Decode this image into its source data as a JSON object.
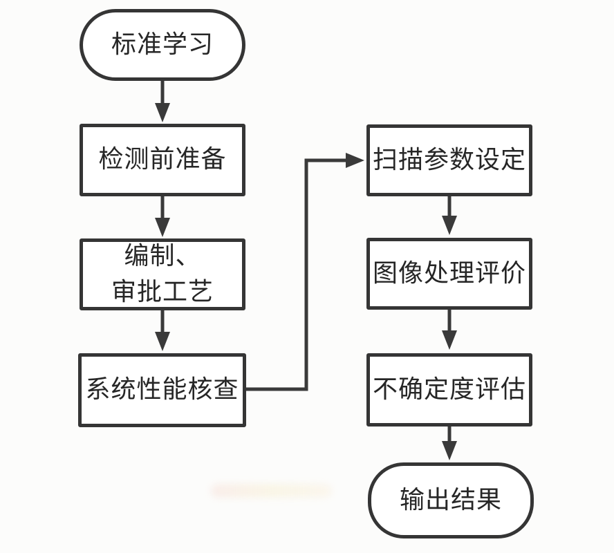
{
  "diagram": {
    "type": "flowchart",
    "colors": {
      "line": "#3a3a3a",
      "node_border": "#353535",
      "node_fill": "#ffffff",
      "text": "#262626",
      "background": "#fcfcfb"
    },
    "nodes": [
      {
        "id": "start",
        "shape": "stadium",
        "column": "left",
        "label": "标准学习"
      },
      {
        "id": "prep",
        "shape": "rect",
        "column": "left",
        "label": "检测前准备"
      },
      {
        "id": "procedure",
        "shape": "rect",
        "column": "left",
        "label": "编制、\n审批工艺"
      },
      {
        "id": "system-check",
        "shape": "rect",
        "column": "left",
        "label": "系统性能核查"
      },
      {
        "id": "scan-params",
        "shape": "rect",
        "column": "right",
        "label": "扫描参数设定"
      },
      {
        "id": "image-eval",
        "shape": "rect",
        "column": "right",
        "label": "图像处理评价"
      },
      {
        "id": "uncertainty",
        "shape": "rect",
        "column": "right",
        "label": "不确定度评估"
      },
      {
        "id": "output",
        "shape": "stadium",
        "column": "right",
        "label": "输出结果"
      }
    ],
    "edges": [
      {
        "from": "start",
        "to": "prep",
        "style": "straight-down"
      },
      {
        "from": "prep",
        "to": "procedure",
        "style": "straight-down"
      },
      {
        "from": "procedure",
        "to": "system-check",
        "style": "straight-down"
      },
      {
        "from": "system-check",
        "to": "scan-params",
        "style": "right-up-right-elbow"
      },
      {
        "from": "scan-params",
        "to": "image-eval",
        "style": "straight-down"
      },
      {
        "from": "image-eval",
        "to": "uncertainty",
        "style": "straight-down"
      },
      {
        "from": "uncertainty",
        "to": "output",
        "style": "straight-down"
      }
    ]
  }
}
